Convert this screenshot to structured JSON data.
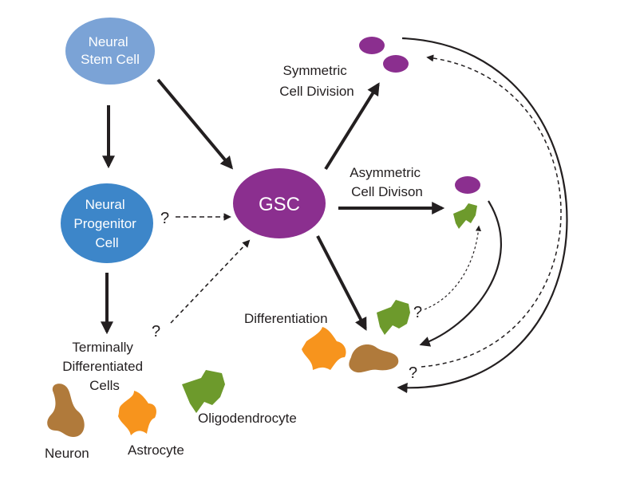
{
  "nodes": {
    "neural_stem_cell": [
      "Neural",
      "Stem Cell"
    ],
    "neural_progenitor_cell": [
      "Neural",
      "Progenitor",
      "Cell"
    ],
    "gsc": "GSC",
    "terminally_differentiated": [
      "Terminally",
      "Differentiated",
      "Cells"
    ]
  },
  "labels": {
    "symmetric": [
      "Symmetric",
      "Cell Division"
    ],
    "asymmetric": [
      "Asymmetric",
      "Cell Divison"
    ],
    "differentiation": "Differentiation",
    "neuron": "Neuron",
    "astrocyte": "Astrocyte",
    "oligodendrocyte": "Oligodendrocyte"
  },
  "question_mark": "?",
  "colors": {
    "stem": "#7ba3d6",
    "progenitor": "#3d86c9",
    "gsc": "#8b2f8f",
    "neuron": "#b07a3b",
    "astrocyte": "#f7941d",
    "oligodendrocyte": "#6d9a2c",
    "arrow": "#231f20"
  }
}
